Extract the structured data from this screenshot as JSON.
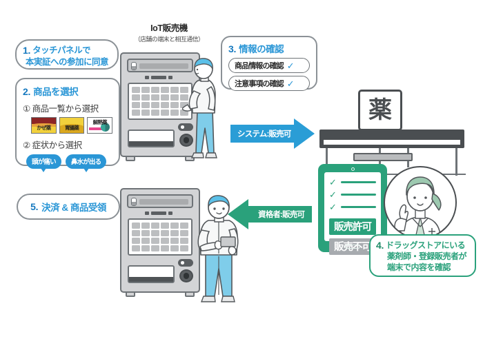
{
  "diagram": {
    "title": "IoT販売機",
    "subtitle": "（店舗の端末と相互通信）"
  },
  "steps": [
    {
      "id": "step1",
      "number": "1.",
      "lines": [
        "タッチパネルで",
        "本実証への参加に同意"
      ]
    },
    {
      "id": "step2",
      "number": "2.",
      "title": "商品を選択",
      "option1_label": "① 商品一覧から選択",
      "medicines": [
        {
          "name": "かぜ薬"
        },
        {
          "name": "胃腸薬"
        },
        {
          "name": "解熱薬"
        }
      ],
      "option2_label": "② 症状から選択",
      "symptoms": [
        "頭が痛い",
        "鼻水が出る"
      ]
    },
    {
      "id": "step3",
      "number": "3.",
      "title": "情報の確認",
      "checks": [
        {
          "label": "商品情報の確認",
          "check": "✓"
        },
        {
          "label": "注意事項の確認",
          "check": "✓"
        }
      ]
    },
    {
      "id": "step4",
      "number": "4.",
      "lines": [
        "ドラッグストアにいる",
        "薬剤師・登録販売者が",
        "端末で内容を確認"
      ]
    },
    {
      "id": "step5",
      "number": "5.",
      "title": "決済 & 商品受領"
    }
  ],
  "arrows": {
    "system": {
      "label": "システム:販売可",
      "color": "#2a9dd6",
      "direction": "right"
    },
    "pharmacist": {
      "label": "資格者:販売可",
      "color": "#2aa17b",
      "direction": "left"
    }
  },
  "drugstore": {
    "sign_kanji": "薬"
  },
  "tablet": {
    "permit_label": "販売許可",
    "deny_label": "販売不可",
    "checks": [
      "✓",
      "✓",
      "✓"
    ]
  },
  "colors": {
    "blue_accent": "#2a96d6",
    "blue_dark": "#1679bf",
    "green_accent": "#2aa17b",
    "gray_outline": "#6e7377",
    "hair_blue": "#5bc0e8",
    "pants_blue": "#7fcdea",
    "hair_green": "#9dc9b0"
  }
}
